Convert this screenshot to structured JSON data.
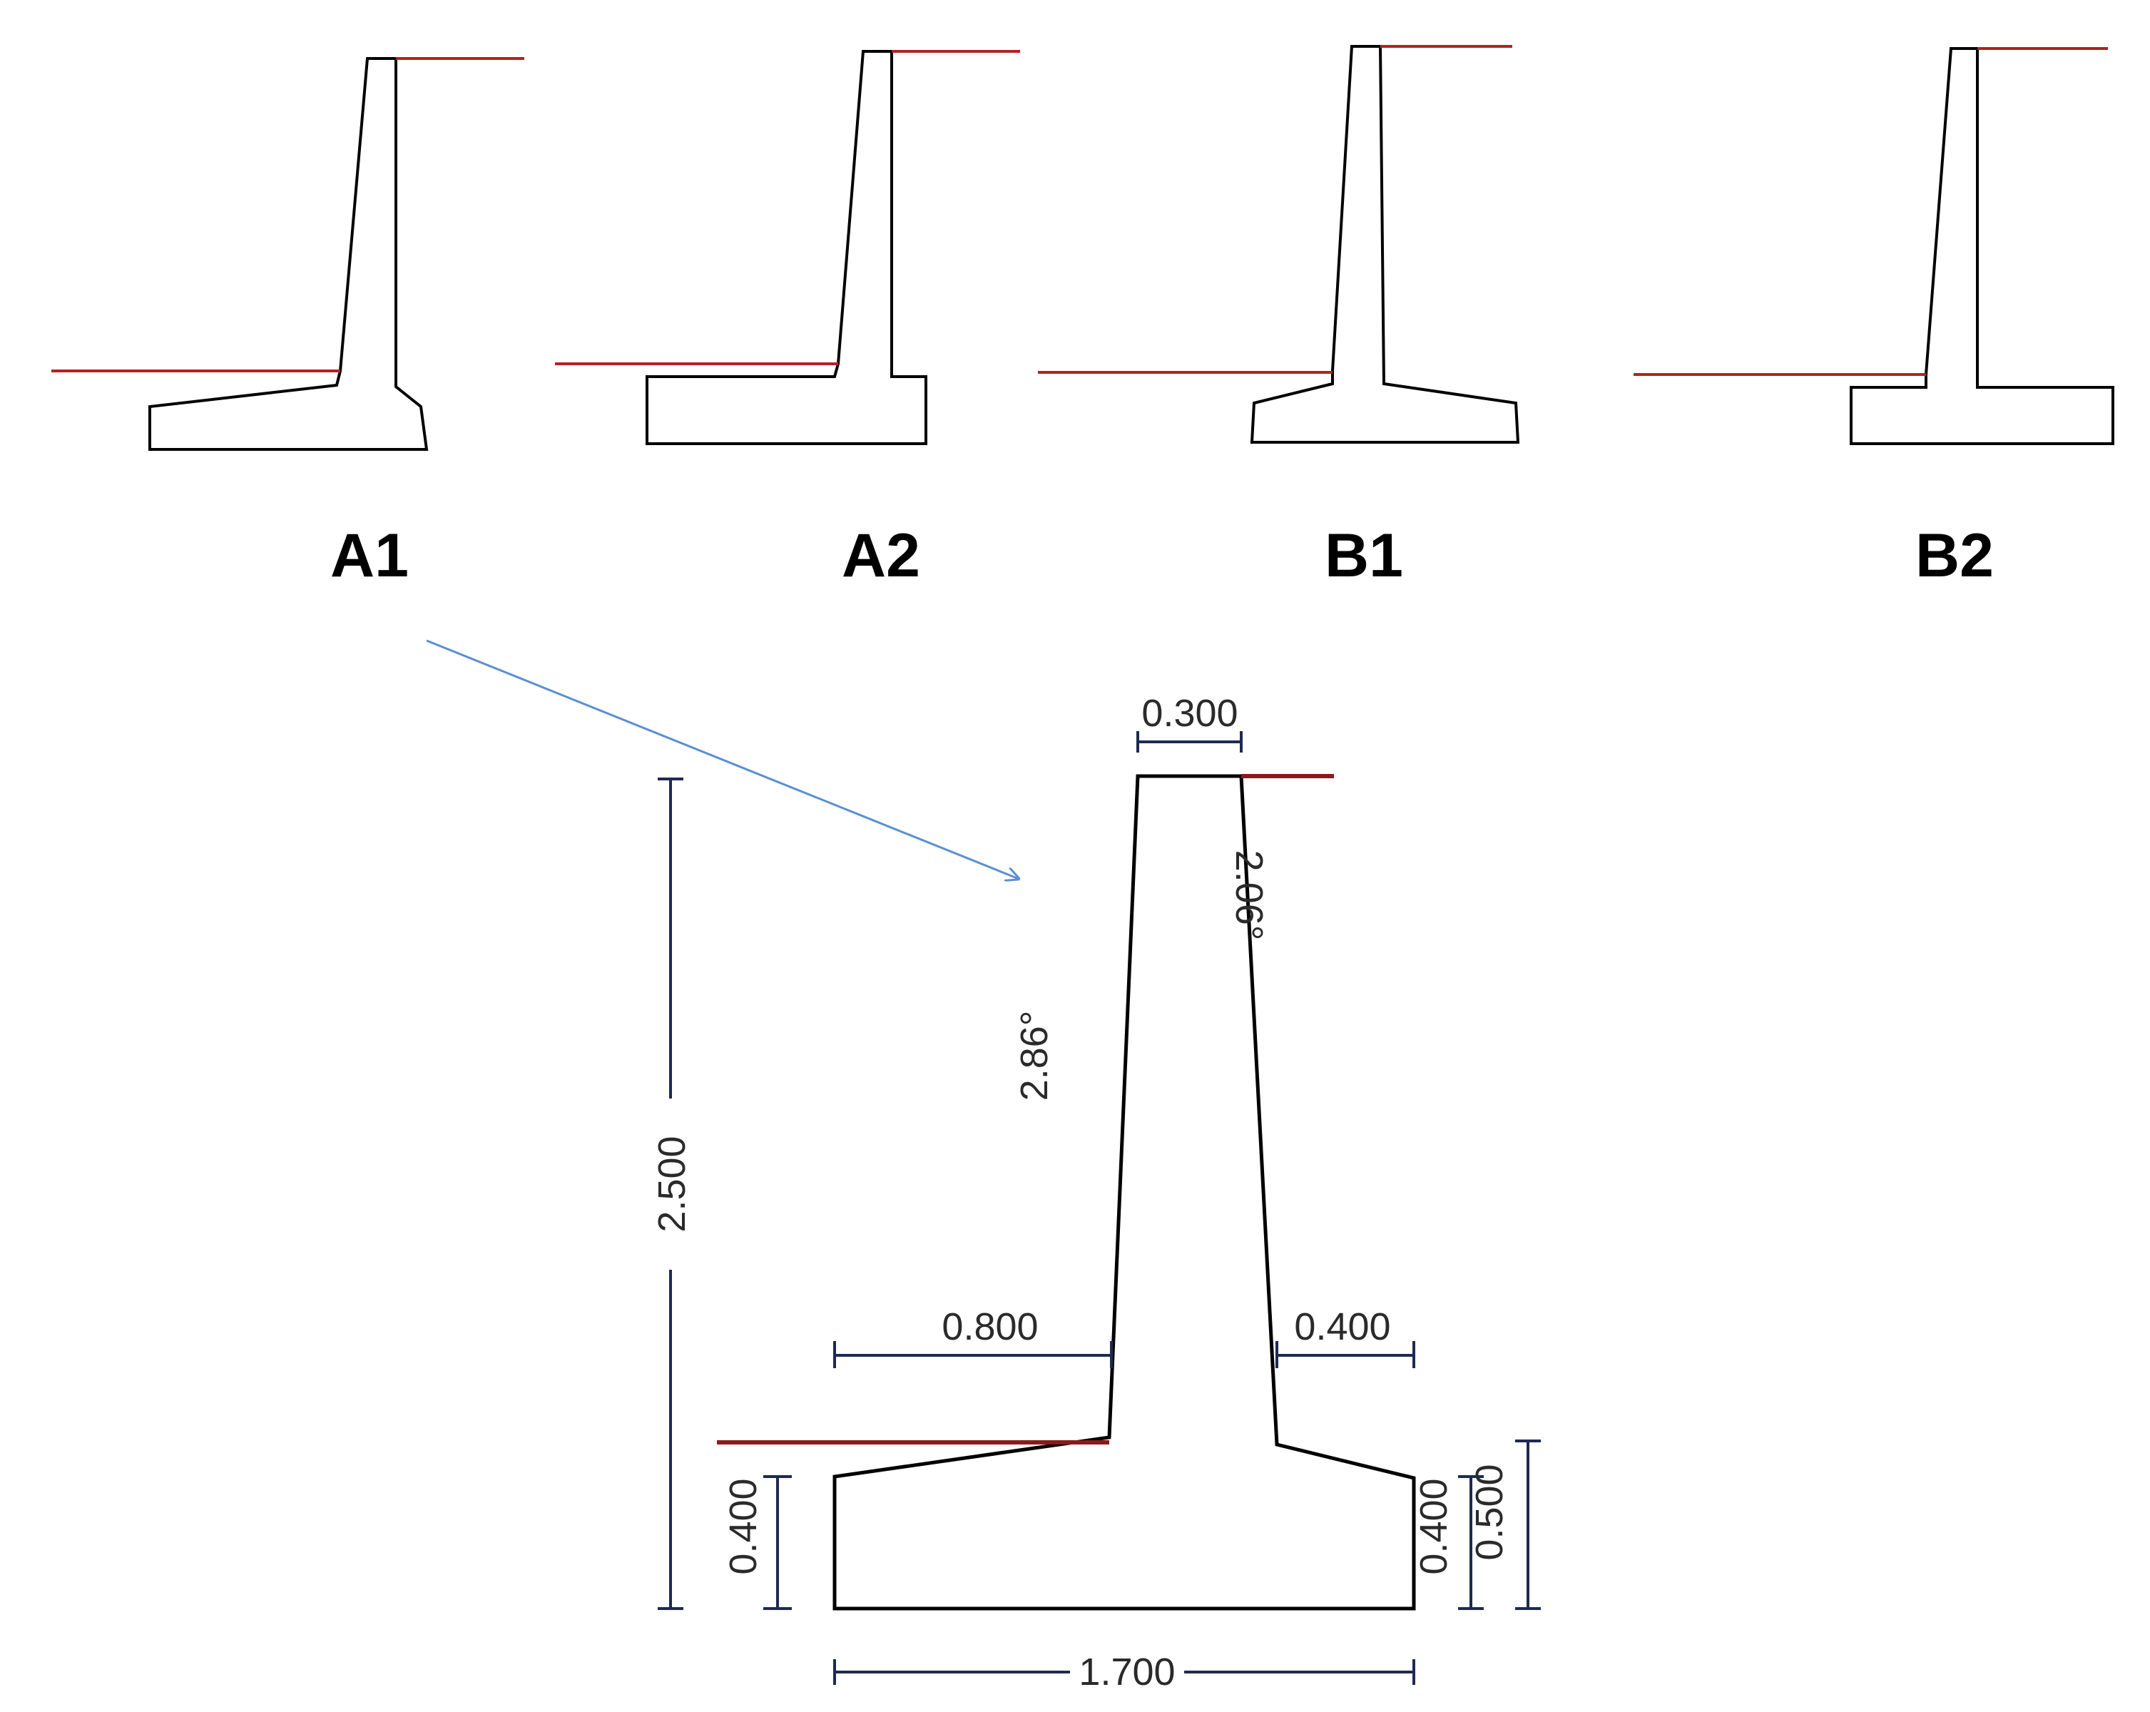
{
  "labels": {
    "a1": "A1",
    "a2": "A2",
    "b1": "B1",
    "b2": "B2"
  },
  "dimensions": {
    "top_width": "0.300",
    "height": "2.500",
    "front_batter": "2.86°",
    "back_batter": "2.06°",
    "toe": "0.800",
    "heel": "0.400",
    "toe_thickness": "0.400",
    "heel_thickness": "0.400",
    "heel_depth": "0.500",
    "base_width": "1.700"
  },
  "colors": {
    "ground_line": "#b22222",
    "dimension_line": "#1f2a52",
    "arrow": "#5b8fd0"
  }
}
